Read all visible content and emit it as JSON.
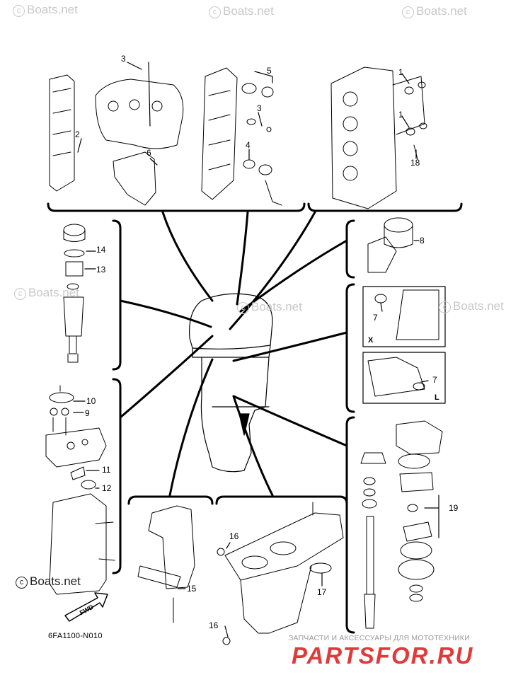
{
  "watermark": "Boats.net",
  "callouts": {
    "c1a": "1",
    "c1b": "1",
    "c2": "2",
    "c3a": "3",
    "c3b": "3",
    "c4": "4",
    "c5": "5",
    "c6": "6",
    "c7a": "7",
    "c7b": "7",
    "c8": "8",
    "c9": "9",
    "c10": "10",
    "c11": "11",
    "c12": "12",
    "c13": "13",
    "c14": "14",
    "c15": "15",
    "c16a": "16",
    "c16b": "16",
    "c17": "17",
    "c18": "18",
    "c19": "19"
  },
  "view_labels": {
    "x": "X",
    "l": "L"
  },
  "fwd_label": "FWD",
  "diagram_code": "6FA1100-N010",
  "brand": {
    "tagline": "ЗАПЧАСТИ И АКСЕССУАРЫ ДЛЯ МОТОТЕХНИКИ",
    "name": "PARTSFOR.RU"
  },
  "colors": {
    "line": "#000000",
    "watermark": "#c8c8c8",
    "brand": "#e03a3a"
  }
}
